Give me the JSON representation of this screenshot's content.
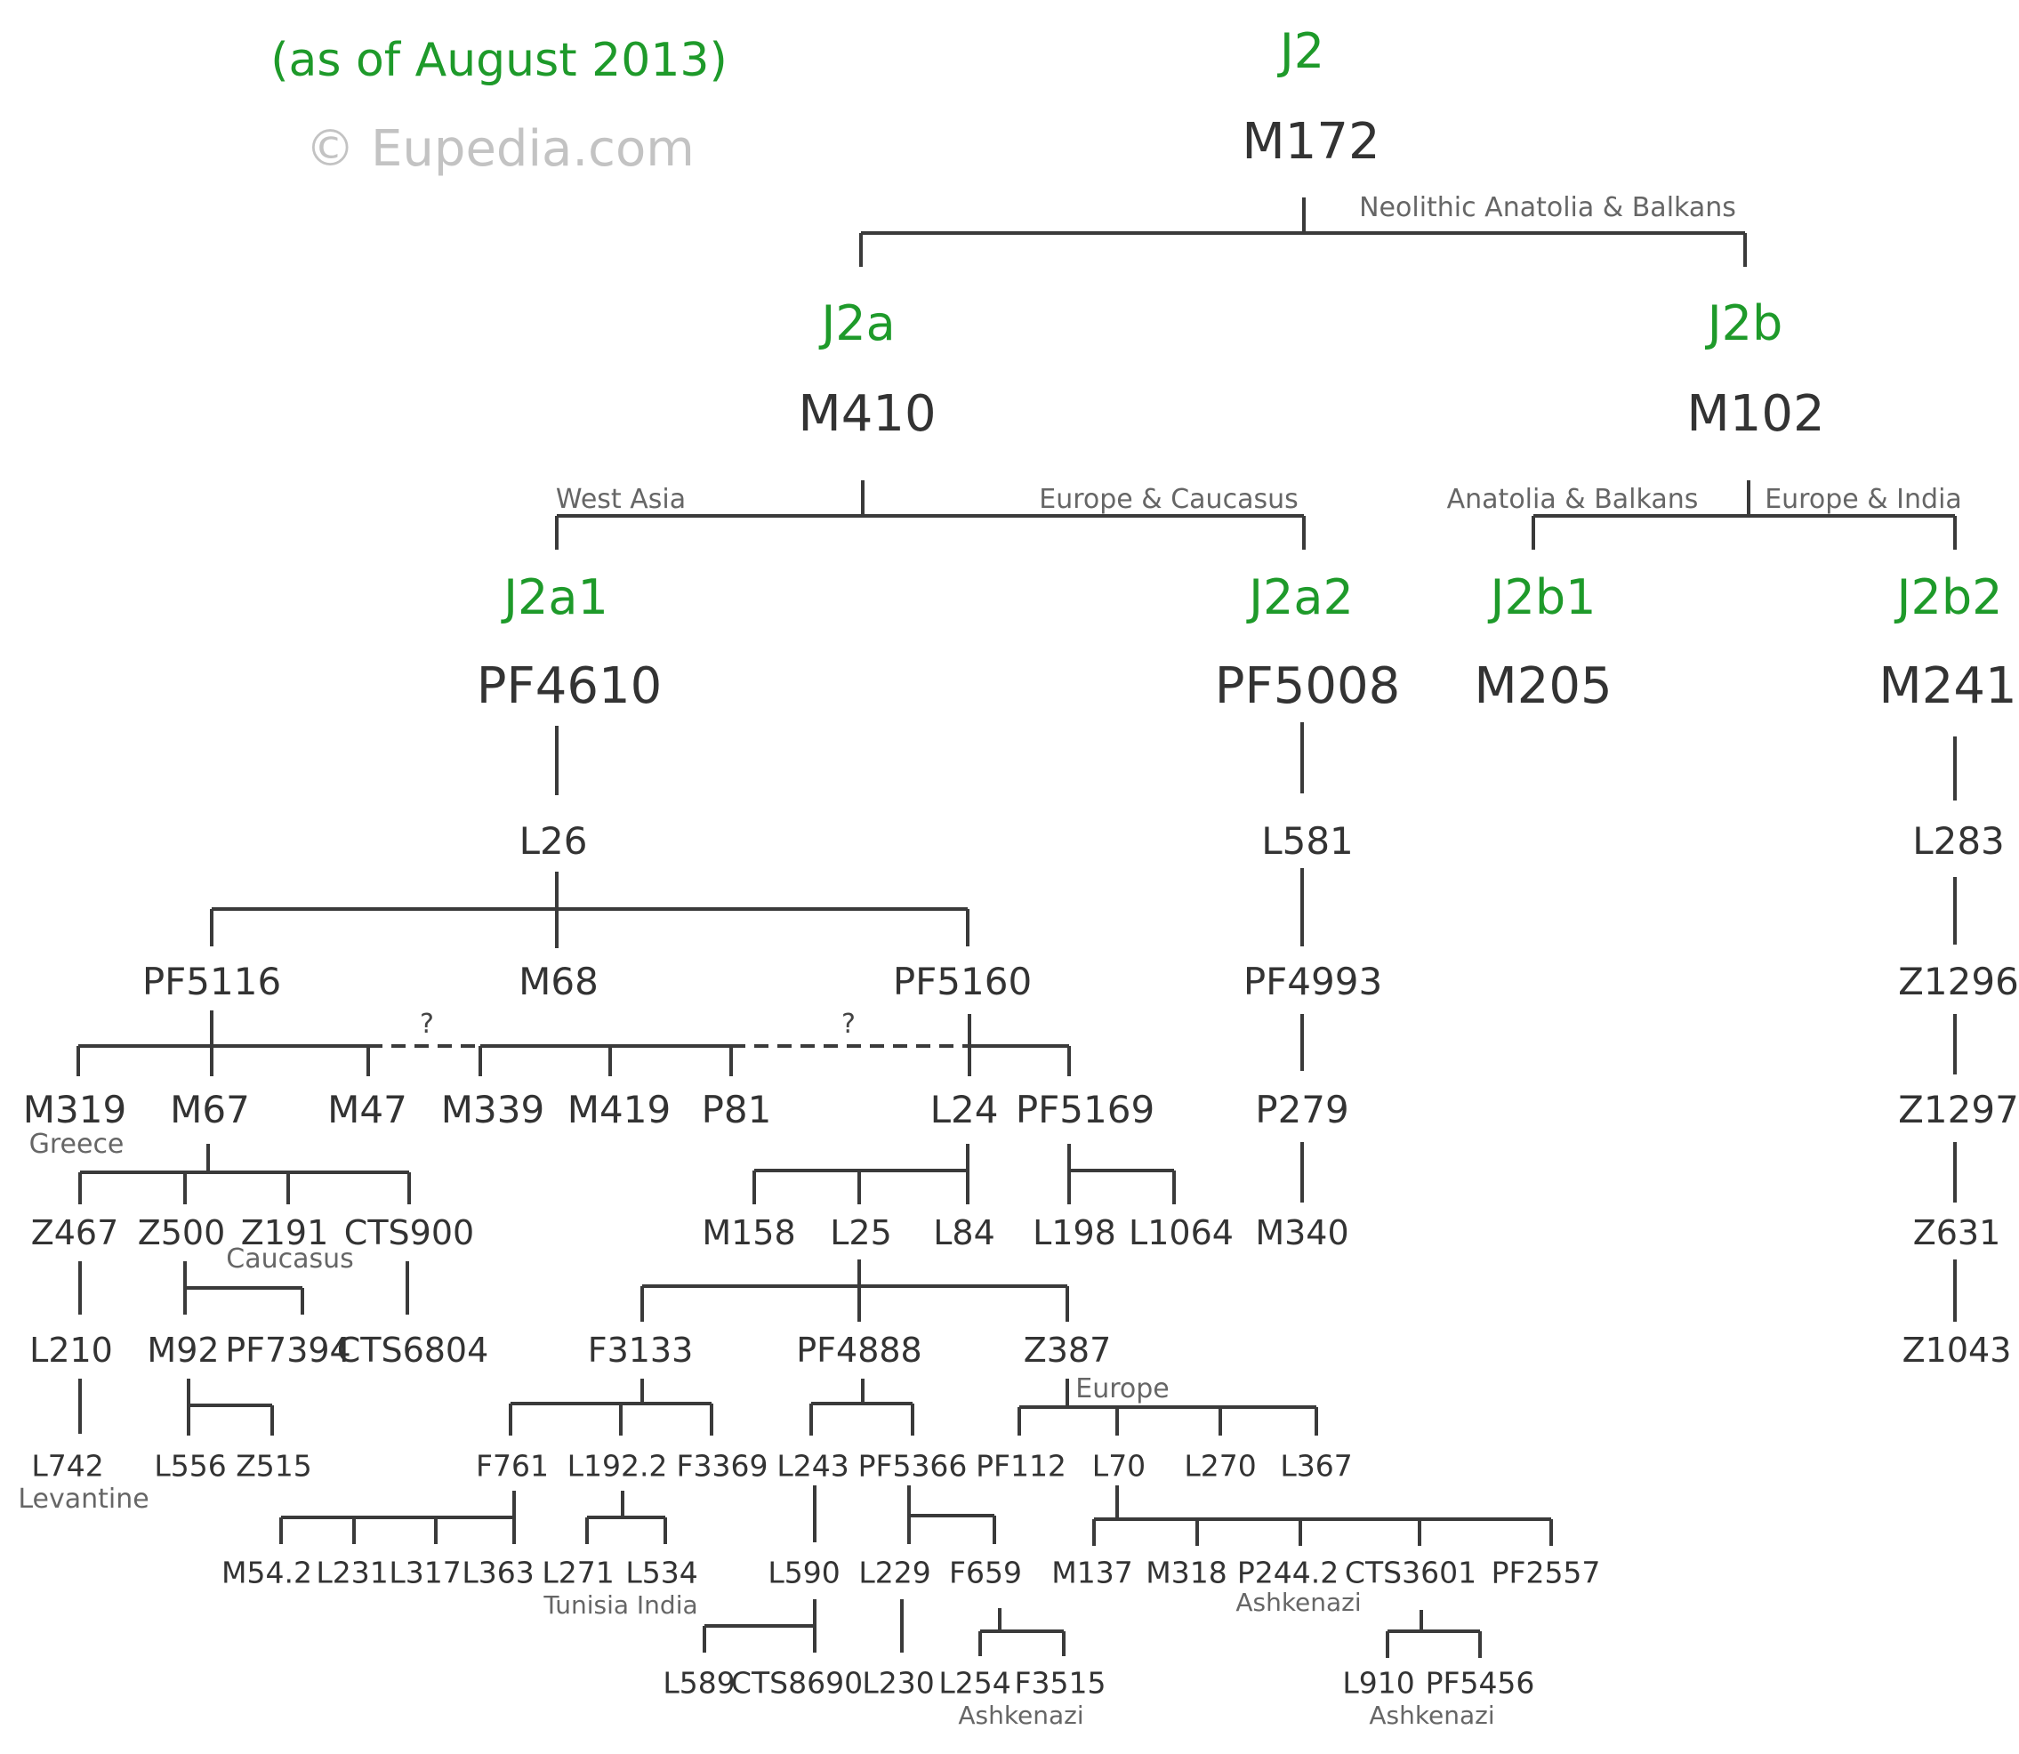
{
  "header": {
    "subtitle": "(as of August 2013)",
    "credit": "© Eupedia.com"
  },
  "tree": {
    "j2": {
      "label": "J2",
      "snp": "M172",
      "region": "Neolithic Anatolia & Balkans"
    },
    "j2a": {
      "label": "J2a",
      "snp": "M410",
      "region_left": "West Asia",
      "region_right": "Europe & Caucasus"
    },
    "j2b": {
      "label": "J2b",
      "snp": "M102",
      "region_left": "Anatolia & Balkans",
      "region_right": "Europe & India"
    },
    "j2a1": {
      "label": "J2a1",
      "snp": "PF4610"
    },
    "j2a2": {
      "label": "J2a2",
      "snp": "PF5008"
    },
    "j2b1": {
      "label": "J2b1",
      "snp": "M205"
    },
    "j2b2": {
      "label": "J2b2",
      "snp": "M241"
    },
    "uncertain_mark": "?",
    "markers": {
      "L26": "L26",
      "PF5116": "PF5116",
      "M68": "M68",
      "PF5160": "PF5160",
      "M319": "M319",
      "M67": "M67",
      "M47": "M47",
      "M339": "M339",
      "M419": "M419",
      "P81": "P81",
      "L24": "L24",
      "PF5169": "PF5169",
      "Z467": "Z467",
      "Z500": "Z500",
      "Z191": "Z191",
      "CTS900": "CTS900",
      "L210": "L210",
      "M92": "M92",
      "PF7394": "PF7394",
      "CTS6804": "CTS6804",
      "L742": "L742",
      "L556": "L556",
      "Z515": "Z515",
      "M158": "M158",
      "L25": "L25",
      "L84": "L84",
      "L198": "L198",
      "L1064": "L1064",
      "F3133": "F3133",
      "PF4888": "PF4888",
      "Z387": "Z387",
      "F761": "F761",
      "L192_2": "L192.2",
      "F3369": "F3369",
      "L243": "L243",
      "PF5366": "PF5366",
      "PF112": "PF112",
      "L70": "L70",
      "L270": "L270",
      "L367": "L367",
      "M54_2": "M54.2",
      "L231": "L231",
      "L317": "L317",
      "L363": "L363",
      "L271": "L271",
      "L534": "L534",
      "L590": "L590",
      "L229": "L229",
      "F659": "F659",
      "M137": "M137",
      "M318": "M318",
      "P244_2": "P244.2",
      "CTS3601": "CTS3601",
      "PF2557": "PF2557",
      "L589": "L589",
      "CTS8690": "CTS8690",
      "L230": "L230",
      "L254": "L254",
      "F3515": "F3515",
      "L910": "L910",
      "PF5456": "PF5456",
      "L581": "L581",
      "PF4993": "PF4993",
      "P279": "P279",
      "M340": "M340",
      "L283": "L283",
      "Z1296": "Z1296",
      "Z1297": "Z1297",
      "Z631": "Z631",
      "Z1043": "Z1043"
    },
    "regions": {
      "greece": "Greece",
      "caucasus": "Caucasus",
      "levantine": "Levantine",
      "tunisia_india": "Tunisia India",
      "europe": "Europe",
      "ashkenazi_1": "Ashkenazi",
      "ashkenazi_2": "Ashkenazi",
      "ashkenazi_3": "Ashkenazi"
    }
  }
}
